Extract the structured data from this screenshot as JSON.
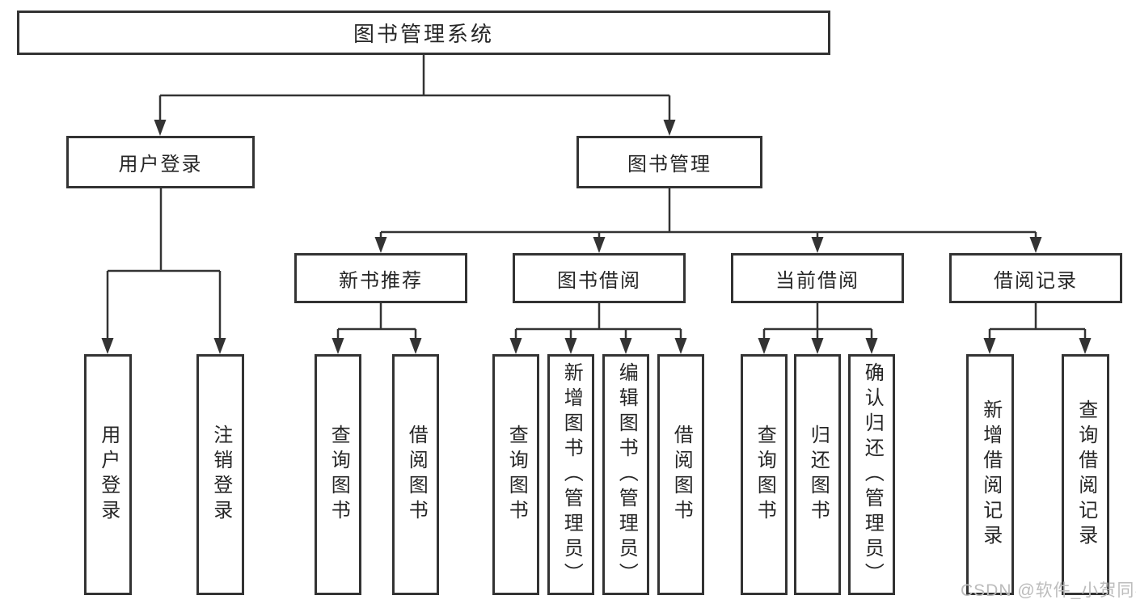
{
  "colors": {
    "line": "#333333",
    "text": "#262626",
    "background": "#ffffff",
    "watermark": "#bcbcbc"
  },
  "watermark": {
    "text": "CSDN @软件_小贺同学"
  },
  "tree": {
    "label": "图书管理系统",
    "children": [
      {
        "label": "用户登录",
        "children": [
          {
            "label": "用户登录"
          },
          {
            "label": "注销登录"
          }
        ]
      },
      {
        "label": "图书管理",
        "children": [
          {
            "label": "新书推荐",
            "children": [
              {
                "label": "查询图书"
              },
              {
                "label": "借阅图书"
              }
            ]
          },
          {
            "label": "图书借阅",
            "children": [
              {
                "label": "查询图书"
              },
              {
                "label": "新增图书（管理员）"
              },
              {
                "label": "编辑图书（管理员）"
              },
              {
                "label": "借阅图书"
              }
            ]
          },
          {
            "label": "当前借阅",
            "children": [
              {
                "label": "查询图书"
              },
              {
                "label": "归还图书"
              },
              {
                "label": "确认归还（管理员）"
              }
            ]
          },
          {
            "label": "借阅记录",
            "children": [
              {
                "label": "新增借阅记录"
              },
              {
                "label": "查询借阅记录"
              }
            ]
          }
        ]
      }
    ]
  }
}
